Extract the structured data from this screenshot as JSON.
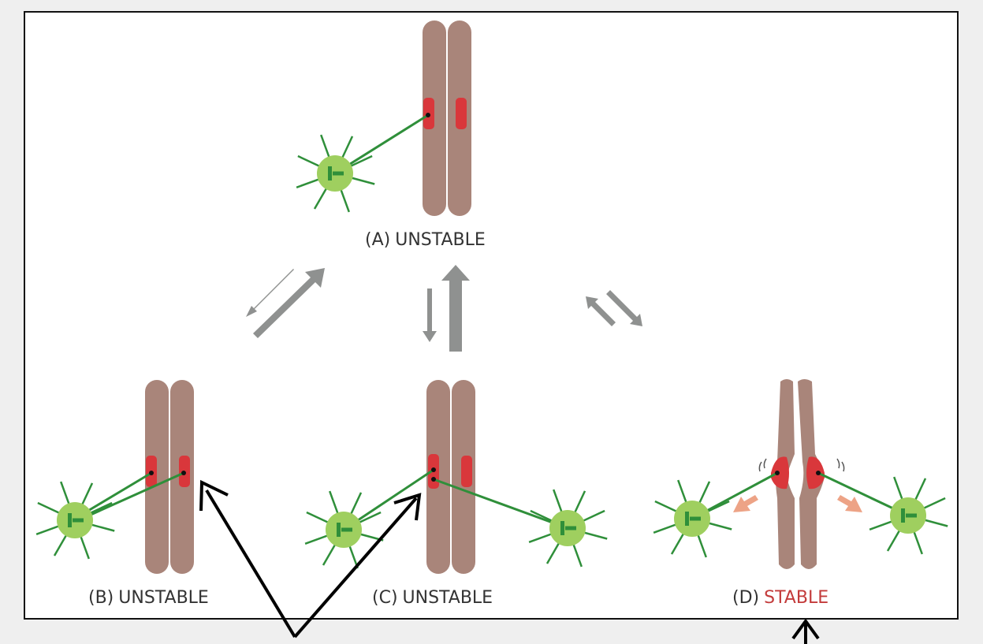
{
  "labels": {
    "a": {
      "prefix": "(A)",
      "state": "UNSTABLE"
    },
    "b": {
      "prefix": "(B)",
      "state": "UNSTABLE"
    },
    "c": {
      "prefix": "(C)",
      "state": "UNSTABLE"
    },
    "d": {
      "prefix": "(D)",
      "state": "STABLE"
    }
  },
  "colors": {
    "chromosome": "#a9857a",
    "kinetochore": "#d9373b",
    "microtubule": "#2f8f3a",
    "spindle_pole": "#9fcf5f",
    "spindle_pole_mark": "#2f8f3a",
    "equilibrium_arrow": "#8f9190",
    "tension_arrow": "#eda386",
    "stable_text": "#c33b3b",
    "unstable_text": "#333333",
    "pointer_arrow": "#000000",
    "frame": "#111111",
    "background": "#efefef"
  }
}
